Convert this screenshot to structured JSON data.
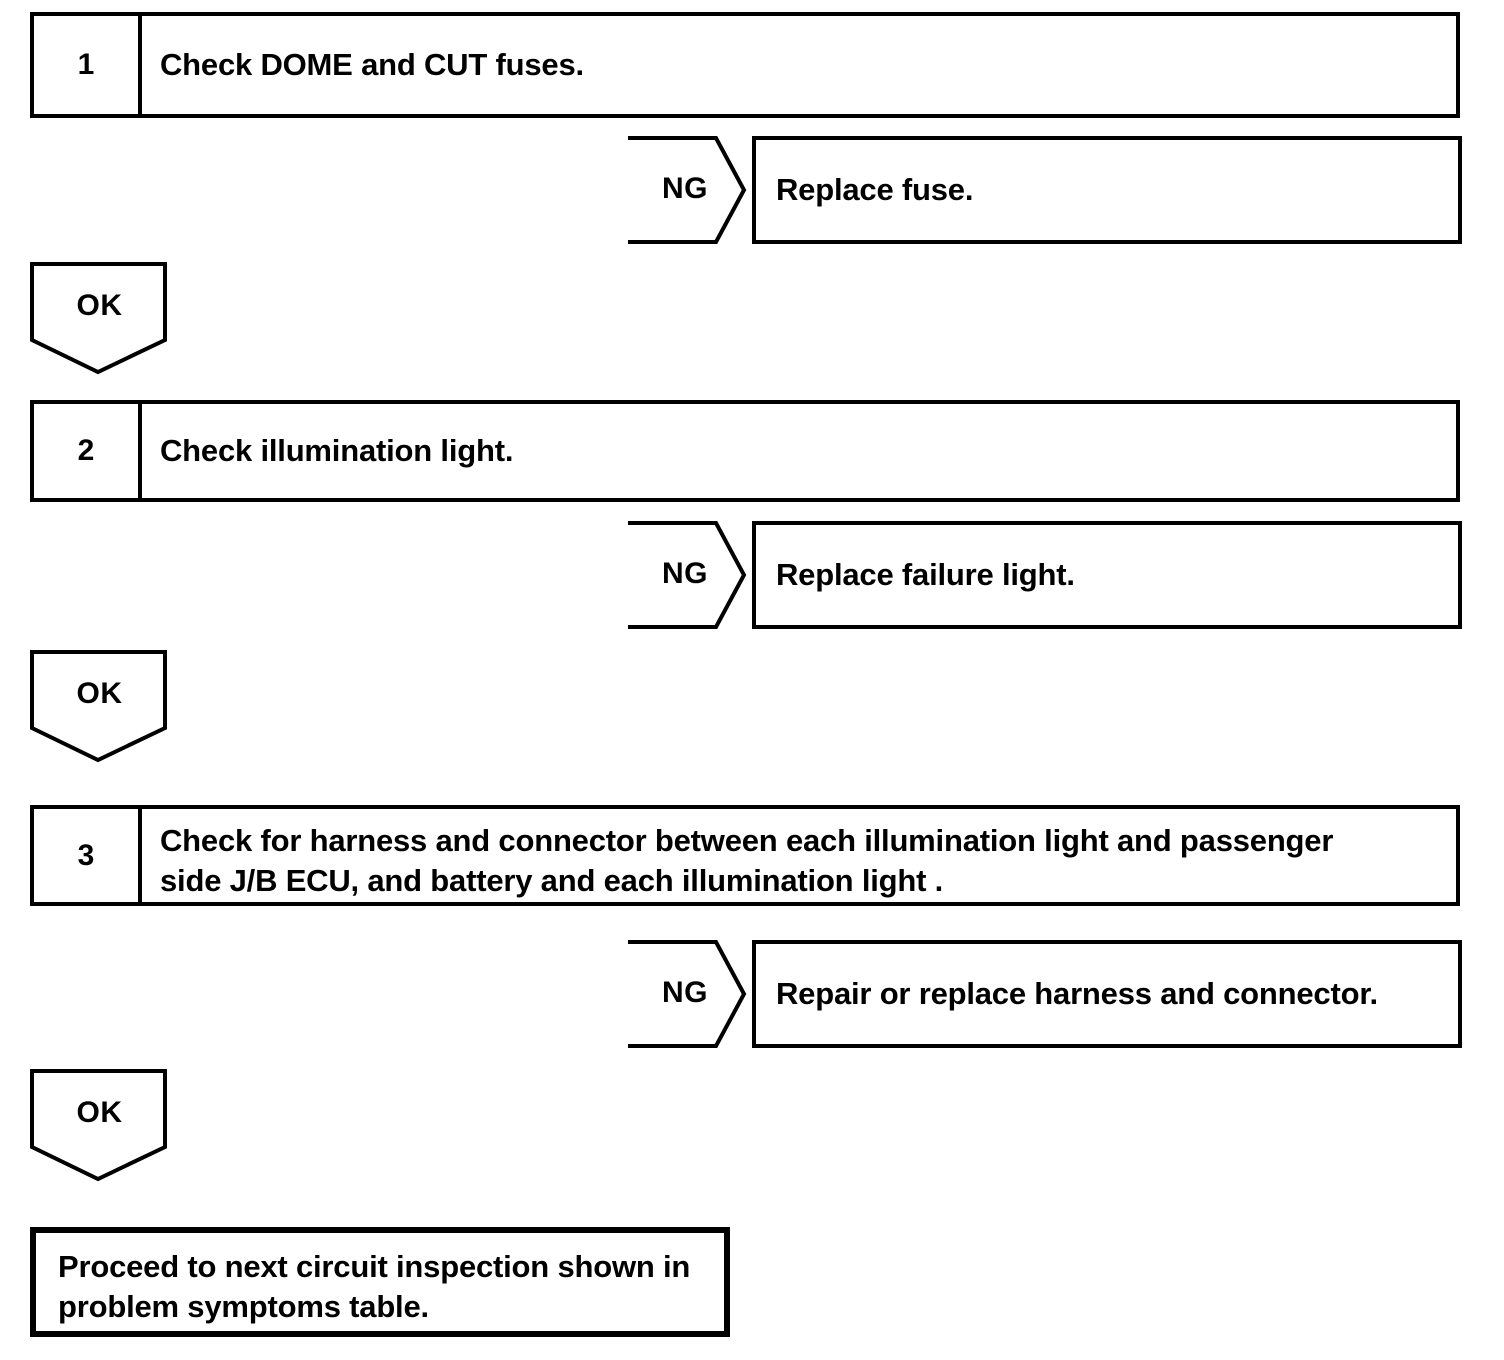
{
  "diagram": {
    "title": "Illumination light circuit troubleshooting flowchart",
    "type": "troubleshooting-flowchart",
    "line_color": "#000000",
    "background_color": "#ffffff"
  },
  "steps": [
    {
      "number": "1",
      "text": "Check DOME and CUT fuses."
    },
    {
      "number": "2",
      "text": "Check illumination light."
    },
    {
      "number": "3",
      "line1": "Check for harness and connector between each illumination light and passenger",
      "line2": "side J/B ECU, and battery and each illumination light ."
    }
  ],
  "ng_branches": [
    {
      "label": "NG",
      "action": "Replace fuse."
    },
    {
      "label": "NG",
      "action": "Replace failure light."
    },
    {
      "label": "NG",
      "action": "Repair or replace harness and connector."
    }
  ],
  "ok_connectors": [
    {
      "label": "OK"
    },
    {
      "label": "OK"
    },
    {
      "label": "OK"
    }
  ],
  "final": {
    "line1": "Proceed to next circuit inspection shown in",
    "line2": "problem symptoms table."
  }
}
